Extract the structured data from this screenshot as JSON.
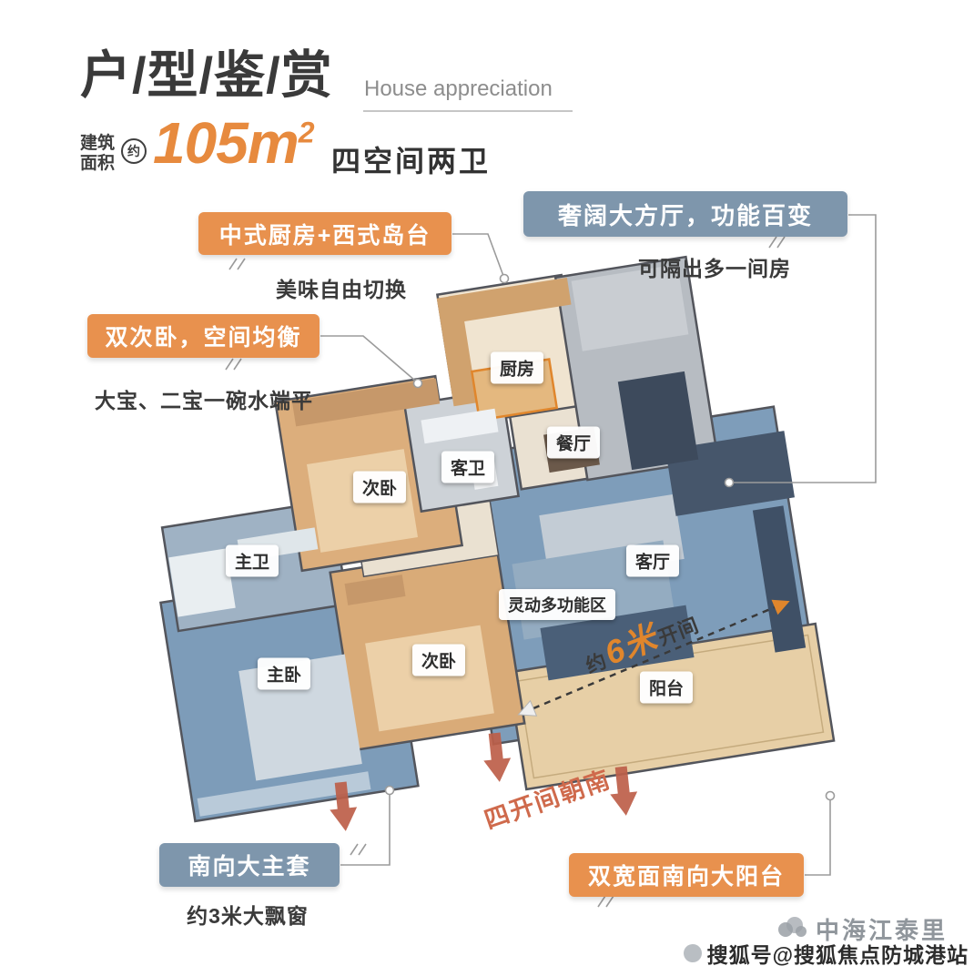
{
  "header": {
    "title": "户/型/鉴/赏",
    "subtitle_en": "House appreciation",
    "area_label_top": "建筑",
    "area_label_bottom": "面积",
    "area_circle": "约",
    "area_value": "105m",
    "area_superscript": "2",
    "area_desc": "四空间两卫"
  },
  "callouts": {
    "kitchen": {
      "title": "中式厨房+西式岛台",
      "subtitle": "美味自由切换"
    },
    "hall": {
      "title": "奢阔大方厅，功能百变",
      "subtitle": "可隔出多一间房"
    },
    "bedrooms": {
      "title": "双次卧，空间均衡",
      "subtitle": "大宝、二宝一碗水端平"
    },
    "master": {
      "title": "南向大主套",
      "subtitle": "约3米大飘窗"
    },
    "balcony": {
      "title": "双宽面南向大阳台"
    }
  },
  "floorplan": {
    "rooms": {
      "kitchen": {
        "label": "厨房"
      },
      "dining": {
        "label": "餐厅"
      },
      "guest_bath": {
        "label": "客卫"
      },
      "bedroom_a": {
        "label": "次卧"
      },
      "master_bath": {
        "label": "主卫"
      },
      "master_bedroom": {
        "label": "主卧"
      },
      "bedroom_b": {
        "label": "次卧"
      },
      "living": {
        "label": "客厅"
      },
      "multi_zone": {
        "label": "灵动多功能区"
      },
      "balcony": {
        "label": "阳台"
      }
    },
    "annotations": {
      "bay_prefix": "约",
      "bay_value": "6米",
      "bay_suffix": "开间",
      "south": "四开间朝南"
    }
  },
  "watermark": {
    "brand": "中海江泰里",
    "credit": "搜狐号@搜狐焦点防城港站"
  },
  "colors": {
    "badge_orange": "#e8914e",
    "badge_blue": "#7e96ac",
    "accent_orange": "#e0862c",
    "arrow_red": "#bd5f49",
    "plan_blue": "#7d9cb9",
    "plan_wood": "#dcae7c",
    "text_dark": "#3a3a3a"
  }
}
